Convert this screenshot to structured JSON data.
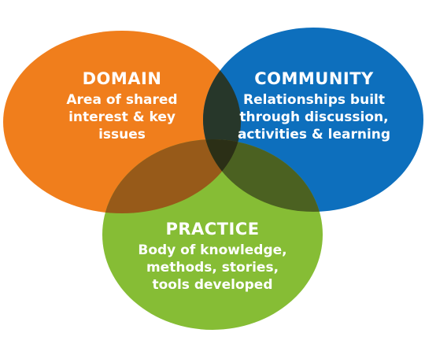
{
  "circles": [
    {
      "id": "domain",
      "title": "DOMAIN",
      "description": [
        "Area of shared",
        "interest & key",
        "issues"
      ],
      "color": "#f07e1c"
    },
    {
      "id": "community",
      "title": "COMMUNITY",
      "description": [
        "Relationships built",
        "through discussion,",
        "activities & learning"
      ],
      "color": "#0d6fbd"
    },
    {
      "id": "practice",
      "title": "PRACTICE",
      "description": [
        "Body of knowledge,",
        "methods, stories,",
        "tools developed"
      ],
      "color": "#86bd35"
    }
  ],
  "overlap_color": "#2b2f16"
}
